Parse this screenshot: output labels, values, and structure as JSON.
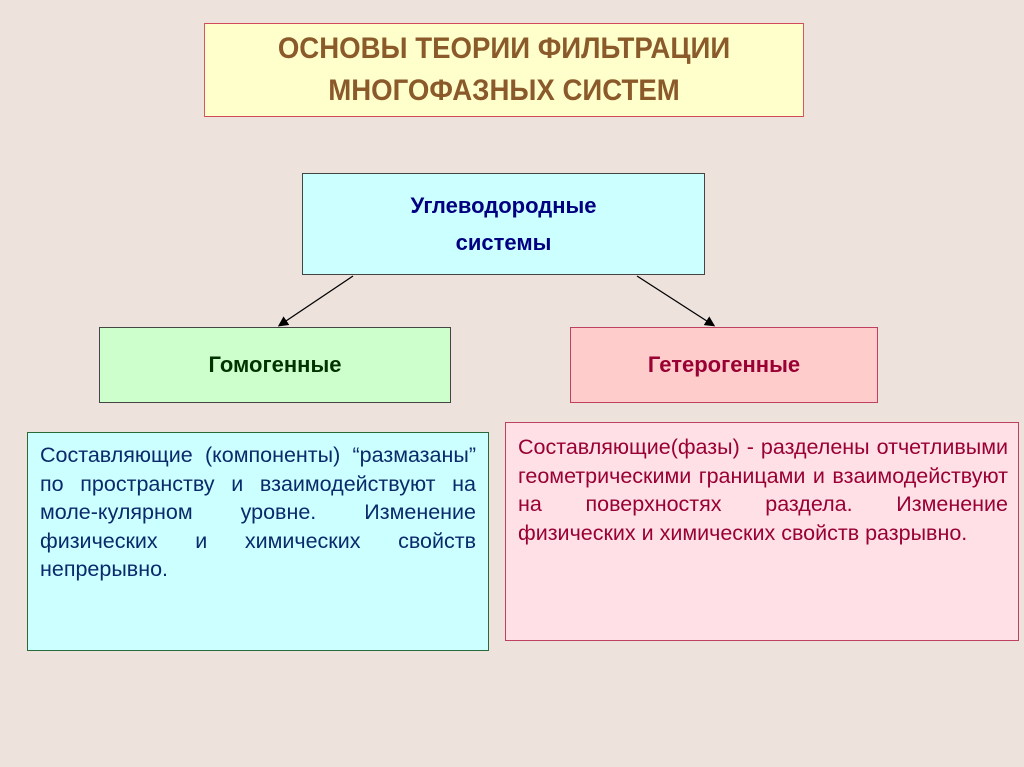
{
  "title": {
    "line1": "ОСНОВЫ ТЕОРИИ ФИЛЬТРАЦИИ",
    "line2": "МНОГОФАЗНЫХ СИСТЕМ"
  },
  "root": {
    "line1": "Углеводородные",
    "line2": "системы"
  },
  "branches": {
    "homogeneous": {
      "label": "Гомогенные",
      "description": "Составляющие (компоненты) “размазаны” по пространству и взаимодействуют на моле-кулярном уровне. Изменение физических и химических свойств непрерывно."
    },
    "heterogeneous": {
      "label": "Гетерогенные",
      "description": "Составляющие(фазы) - разделены отчетливыми геометрическими границами и взаимодействуют на поверхностях раздела. Изменение физических и химических свойств разрывно."
    }
  }
}
